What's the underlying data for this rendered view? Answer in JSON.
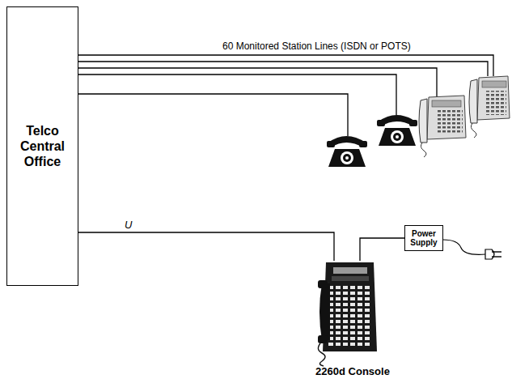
{
  "diagram": {
    "nodes": [
      {
        "text": [
          "Telco Central Office"
        ]
      },
      {
        "text": [
          "Power Supply"
        ]
      },
      {
        "text": [
          "2260d Console"
        ]
      }
    ],
    "edges": [
      {
        "from": 0,
        "to": 2,
        "label": "U",
        "arrow": "none"
      },
      {
        "from": 1,
        "to": 2,
        "arrow": "none"
      }
    ],
    "labels": [
      "60 Monitored Station Lines (ISDN or POTS)"
    ]
  }
}
